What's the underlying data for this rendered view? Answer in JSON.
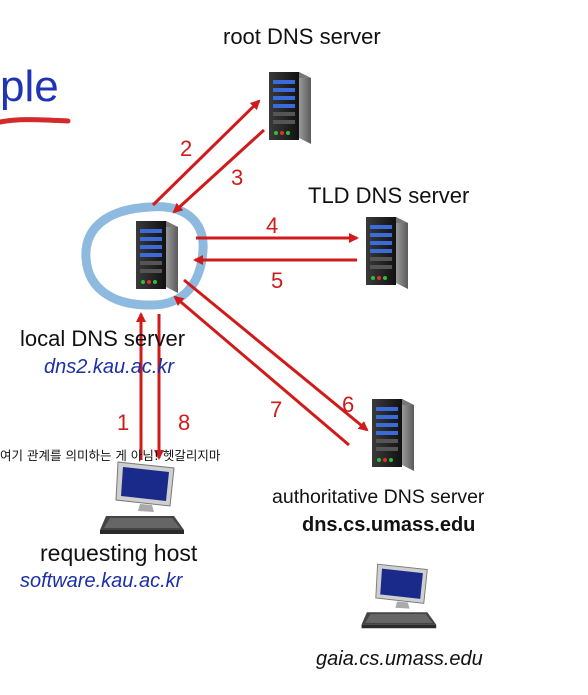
{
  "title_fragment": "ple",
  "servers": {
    "root": {
      "label": "root DNS server"
    },
    "tld": {
      "label": "TLD DNS server"
    },
    "local": {
      "label": "local DNS server",
      "host": "dns2.kau.ac.kr"
    },
    "authoritative": {
      "label": "authoritative DNS server",
      "host": "dns.cs.umass.edu"
    }
  },
  "hosts": {
    "requesting": {
      "label": "requesting host",
      "host": "software.kau.ac.kr"
    },
    "target": {
      "host": "gaia.cs.umass.edu"
    }
  },
  "steps": {
    "s1": "1",
    "s2": "2",
    "s3": "3",
    "s4": "4",
    "s5": "5",
    "s6": "6",
    "s7": "7",
    "s8": "8"
  },
  "annotation": "여기 관계를 의미하는 게 아님! 헷갈리지마",
  "colors": {
    "arrow": "#d11a1a",
    "host_text": "#1b2fa6",
    "highlight": "#6aa3d6",
    "pen": "#d22b2b"
  }
}
